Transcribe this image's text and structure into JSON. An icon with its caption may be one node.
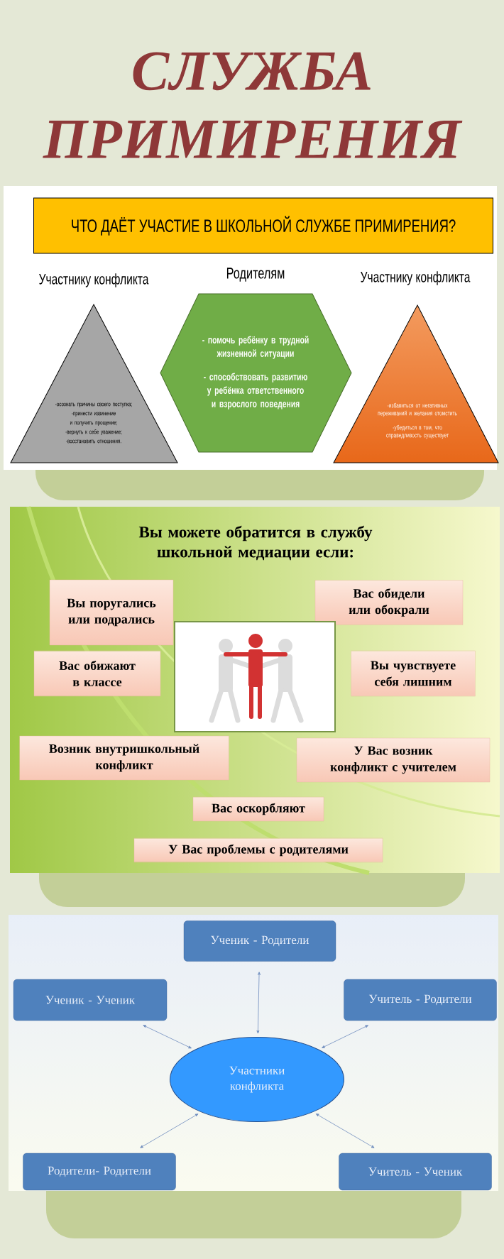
{
  "diagram": {
    "title": "СЛУЖБА ПРИМИРЕНИЯ",
    "nodes": [
      {
        "text": [
          "ЧТО ДАЁТ УЧАСТИЕ В ШКОЛЬНОЙ СЛУЖБЕ ПРИМИРЕНИЯ?"
        ]
      },
      {
        "text": [
          "Участнику конфликта",
          "-осознать причины своего поступка;",
          "-принести извинение и получить прощение;",
          "-вернуть к себе уважение;",
          "-восстановить отношения."
        ]
      },
      {
        "text": [
          "Родителям",
          "- помочь ребёнку в трудной жизненной ситуации",
          "- способствовать развитию у ребёнка ответственного и взрослого поведения"
        ]
      },
      {
        "text": [
          "Участнику конфликта",
          "-избавиться от негативных переживаний и желания отомстить",
          "-убедиться в том, что справедливость существует"
        ]
      },
      {
        "text": [
          "Вы поругались или подрались"
        ]
      },
      {
        "text": [
          "Вас обидели или обокрали"
        ]
      },
      {
        "text": [
          "Вас обижают в классе"
        ]
      },
      {
        "text": [
          "Вы чувствуете себя лишним"
        ]
      },
      {
        "text": [
          "Возник внутришкольный конфликт"
        ]
      },
      {
        "text": [
          "У Вас возник конфликт с учителем"
        ]
      },
      {
        "text": [
          "Вас оскорбляют"
        ]
      },
      {
        "text": [
          "У Вас проблемы с родителями"
        ]
      },
      {
        "text": [
          "Ученик - Родители"
        ]
      },
      {
        "text": [
          "Ученик - Ученик"
        ]
      },
      {
        "text": [
          "Учитель - Родители"
        ]
      },
      {
        "text": [
          "Участники конфликта"
        ]
      },
      {
        "text": [
          "Родители- Родители"
        ]
      },
      {
        "text": [
          "Учитель - Ученик"
        ]
      }
    ],
    "edges": [
      {
        "from": 15,
        "to": 12,
        "arrow": "both"
      },
      {
        "from": 15,
        "to": 13,
        "arrow": "both"
      },
      {
        "from": 15,
        "to": 14,
        "arrow": "both"
      },
      {
        "from": 15,
        "to": 16,
        "arrow": "both"
      },
      {
        "from": 15,
        "to": 17,
        "arrow": "both"
      }
    ],
    "labels": [
      "Вы можете обратится в службу школьной медиации если:"
    ]
  }
}
